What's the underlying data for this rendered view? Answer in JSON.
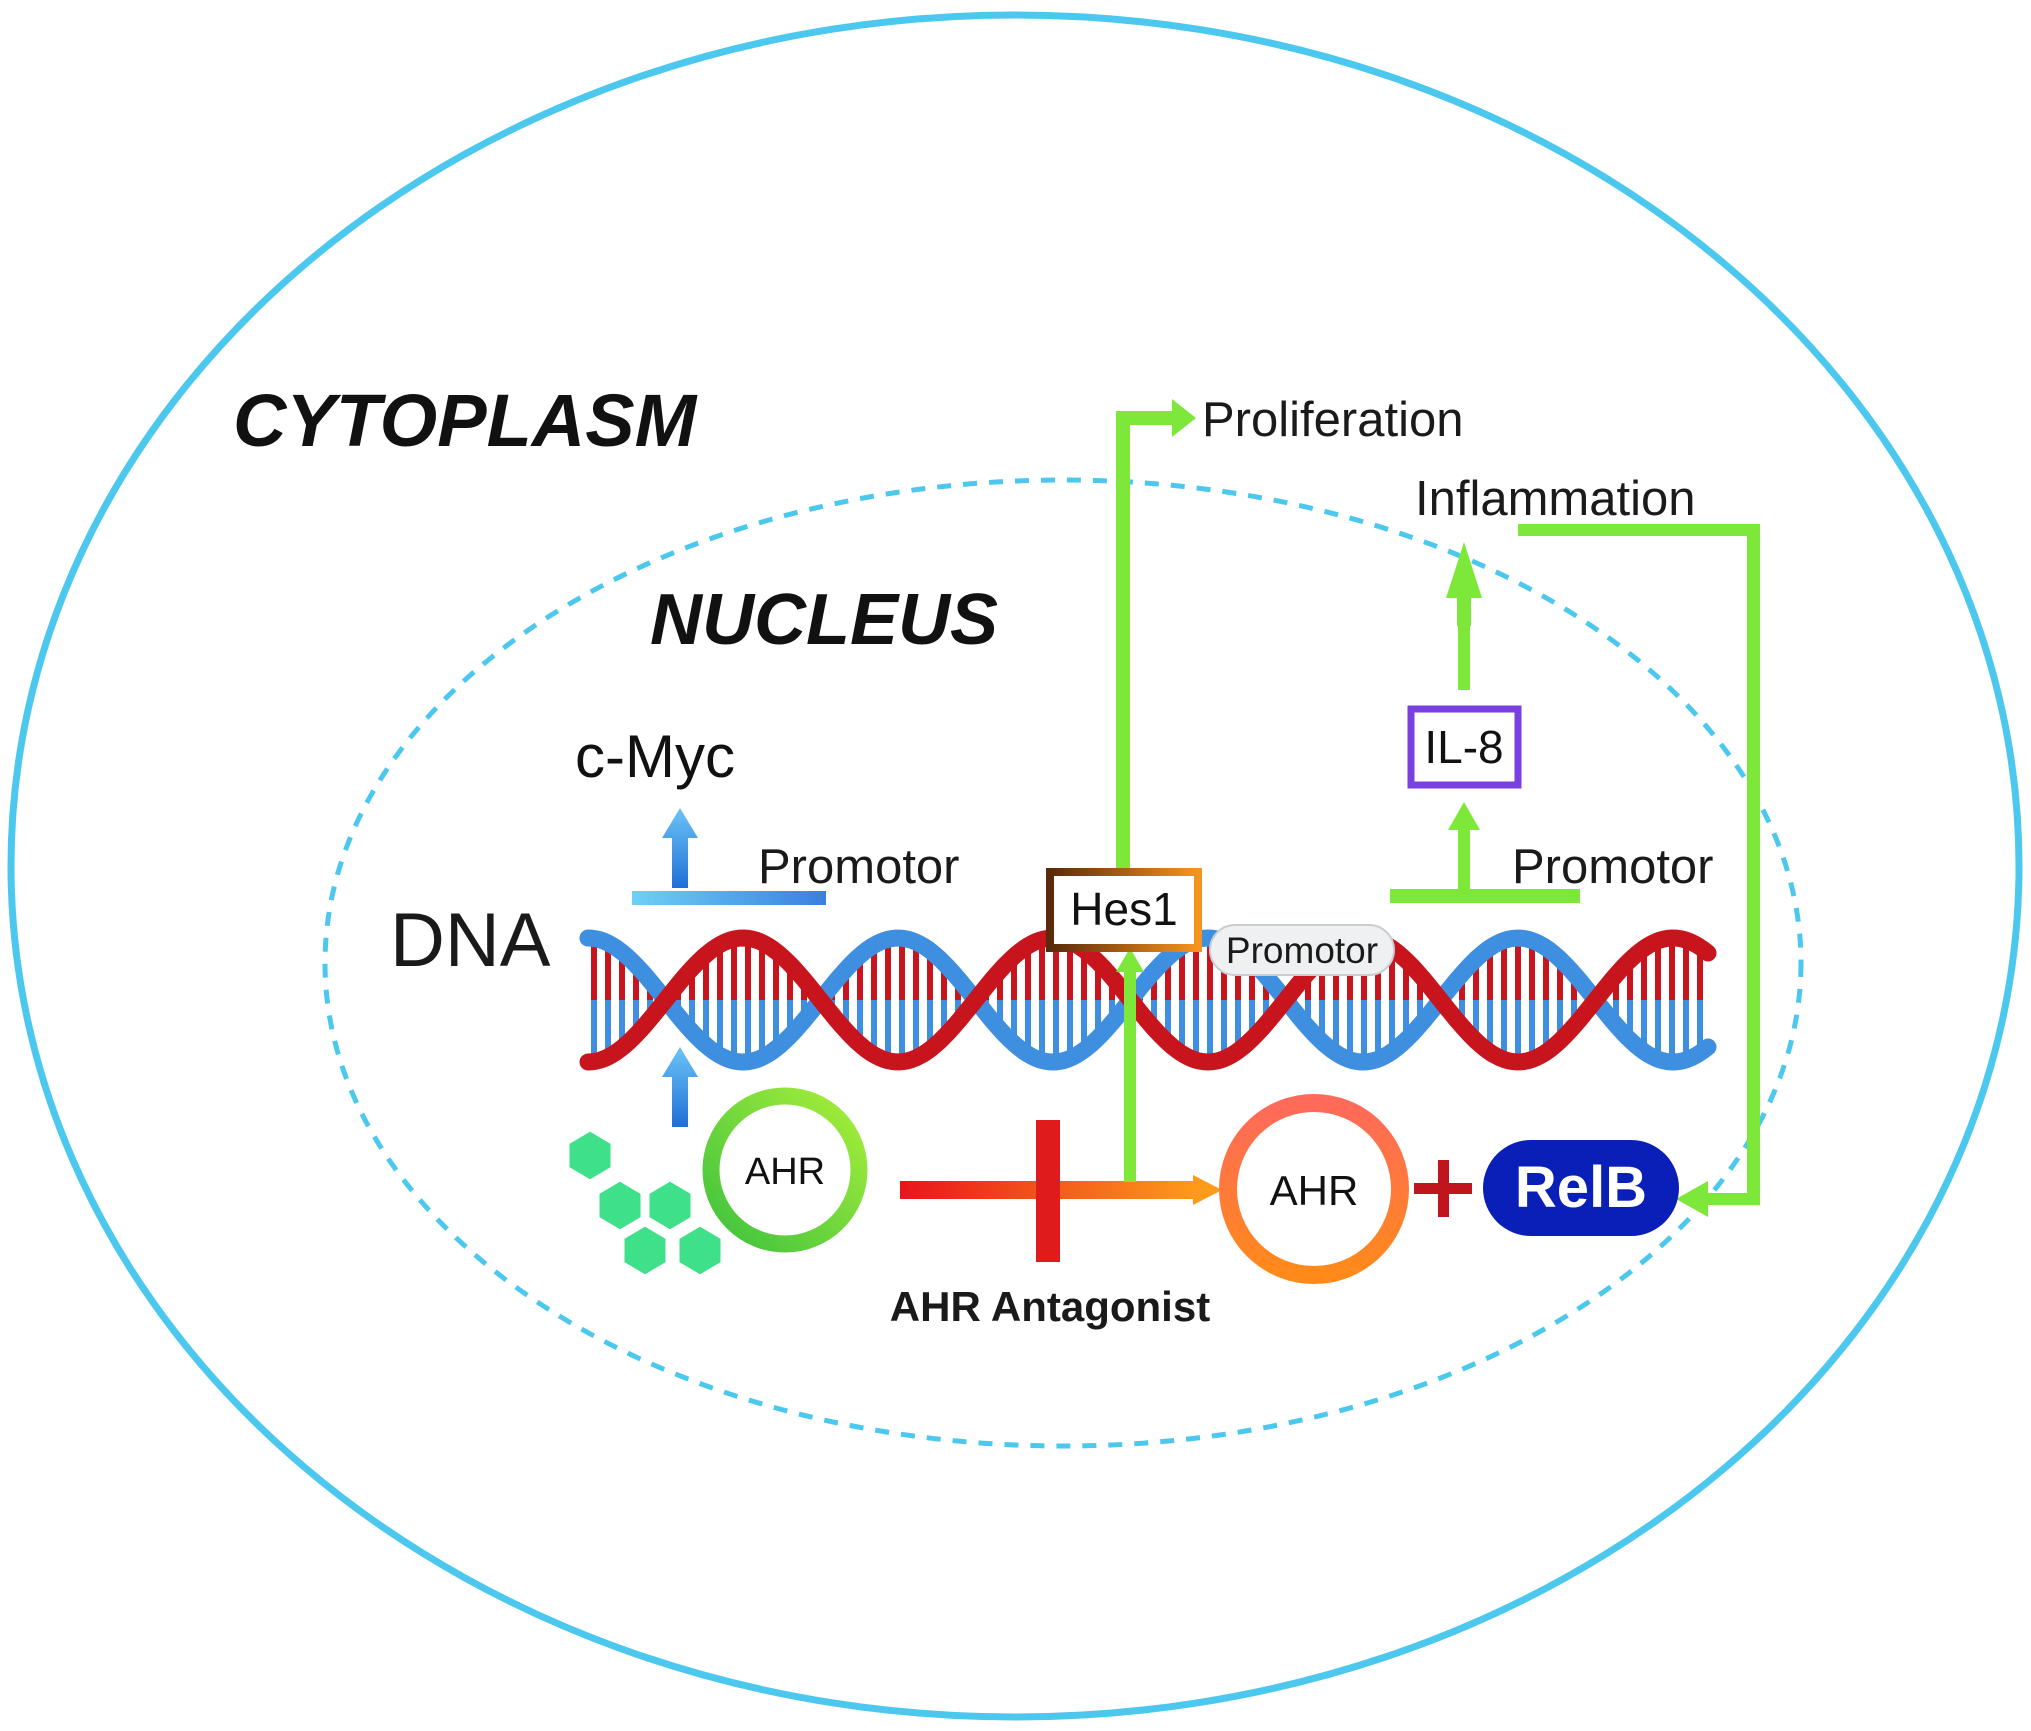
{
  "labels": {
    "cytoplasm": "CYTOPLASM",
    "nucleus": "NUCLEUS",
    "dna": "DNA",
    "c_myc": "c-Myc",
    "promotor_left": "Promotor",
    "hes1": "Hes1",
    "promotor_middle": "Promotor",
    "promotor_right": "Promotor",
    "il8": "IL-8",
    "proliferation": "Proliferation",
    "inflammation": "Inflammation",
    "ahr_left": "AHR",
    "ahr_right": "AHR",
    "relb": "RelB",
    "antagonist": "AHR Antagonist"
  },
  "colors": {
    "membrane": "#4cc8ef",
    "nuclear_envelope": "#4cc8ef",
    "dna_red": "#c8141c",
    "dna_blue": "#3f8fe0",
    "green_arrow": "#7ee83a",
    "blue_arrow": "#3a8ee6",
    "relb_fill": "#0a1fb8",
    "il8_border": "#7a3fe0",
    "inhibition": "#e01b1b",
    "ligand": "#3ee08a"
  }
}
